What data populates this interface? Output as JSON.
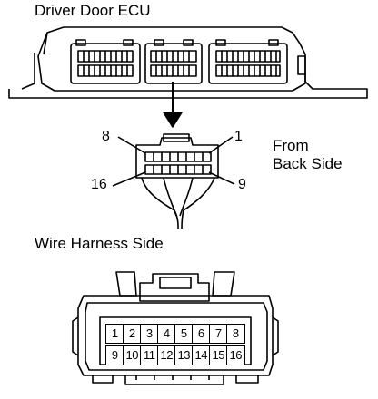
{
  "title": "Driver Door ECU",
  "connector_view_label_line1": "From",
  "connector_view_label_line2": "Back Side",
  "section_title": "Wire Harness Side",
  "back_view_callouts": {
    "top_left": "8",
    "top_right": "1",
    "bottom_left": "16",
    "bottom_right": "9"
  },
  "harness_pins": {
    "row1": [
      "1",
      "2",
      "3",
      "4",
      "5",
      "6",
      "7",
      "8"
    ],
    "row2": [
      "9",
      "10",
      "11",
      "12",
      "13",
      "14",
      "15",
      "16"
    ]
  },
  "colors": {
    "line": "#000000",
    "background": "#ffffff"
  }
}
